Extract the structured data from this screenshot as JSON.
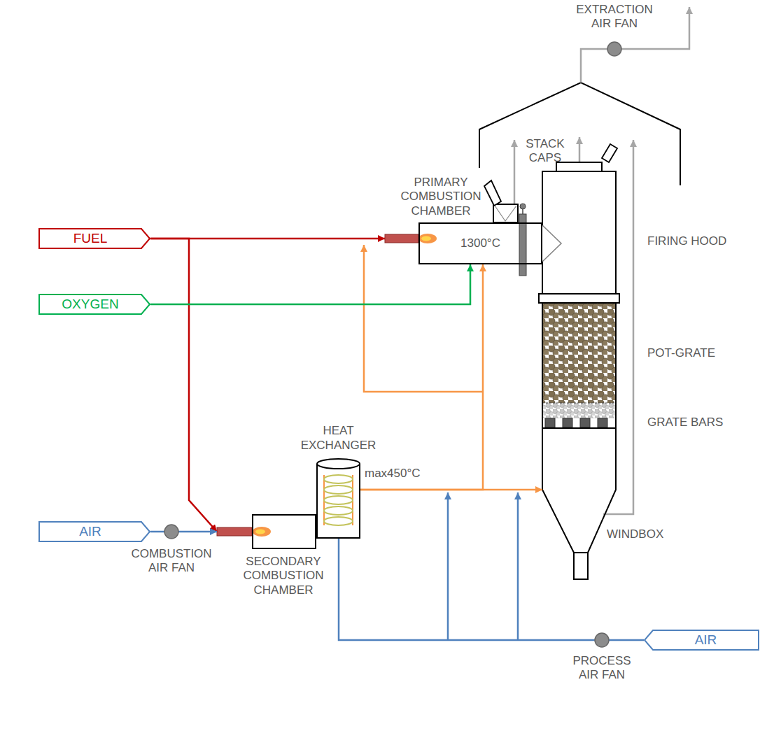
{
  "diagram": {
    "nodes": [
      {
        "text": [
          "FUEL"
        ]
      },
      {
        "text": [
          "OXYGEN"
        ]
      },
      {
        "text": [
          "PRIMARY COMBUSTION CHAMBER",
          "1300°C"
        ]
      },
      {
        "text": [
          "HEAT EXCHANGER",
          "max450°C"
        ]
      },
      {
        "text": [
          "WINDBOX"
        ]
      },
      {
        "text": [
          "AIR"
        ]
      },
      {
        "text": [
          "SECONDARY COMBUSTION CHAMBER"
        ]
      },
      {
        "text": [
          "AIR"
        ]
      }
    ],
    "edges": [
      {
        "from": 0,
        "to": 2,
        "arrow": "to"
      },
      {
        "from": 0,
        "to": 6,
        "arrow": "to"
      },
      {
        "from": 1,
        "to": 2,
        "arrow": "to"
      },
      {
        "from": 5,
        "to": 6,
        "arrow": "to"
      },
      {
        "from": 3,
        "to": 4,
        "arrow": "to"
      },
      {
        "from": 3,
        "to": 2,
        "arrow": "to"
      },
      {
        "from": 7,
        "to": 3,
        "arrow": "none"
      }
    ],
    "labels": [
      "EXTRACTION AIR FAN",
      "STACK CAPS",
      "FIRING HOOD",
      "POT-GRATE",
      "GRATE BARS",
      "COMBUSTION AIR FAN",
      "PROCESS AIR FAN"
    ]
  }
}
